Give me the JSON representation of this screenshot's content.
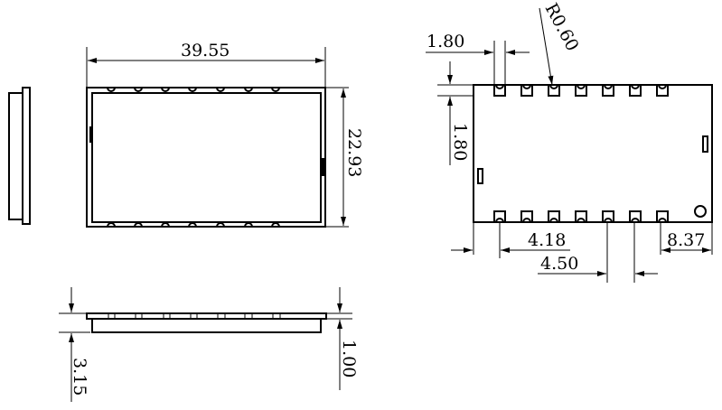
{
  "colors": {
    "line": "#000000",
    "background": "#ffffff"
  },
  "top_view": {
    "width_label": "39.55",
    "height_label": "22.93"
  },
  "side_view": {
    "total_height_label": "3.15",
    "plate_height_label": "1.00"
  },
  "bottom_view": {
    "pad_width_label": "1.80",
    "pad_depth_label": "1.80",
    "radius_label": "R0.60",
    "first_pad_offset_label": "4.18",
    "pad_pitch_label": "4.50",
    "last_pad_offset_label": "8.37"
  }
}
